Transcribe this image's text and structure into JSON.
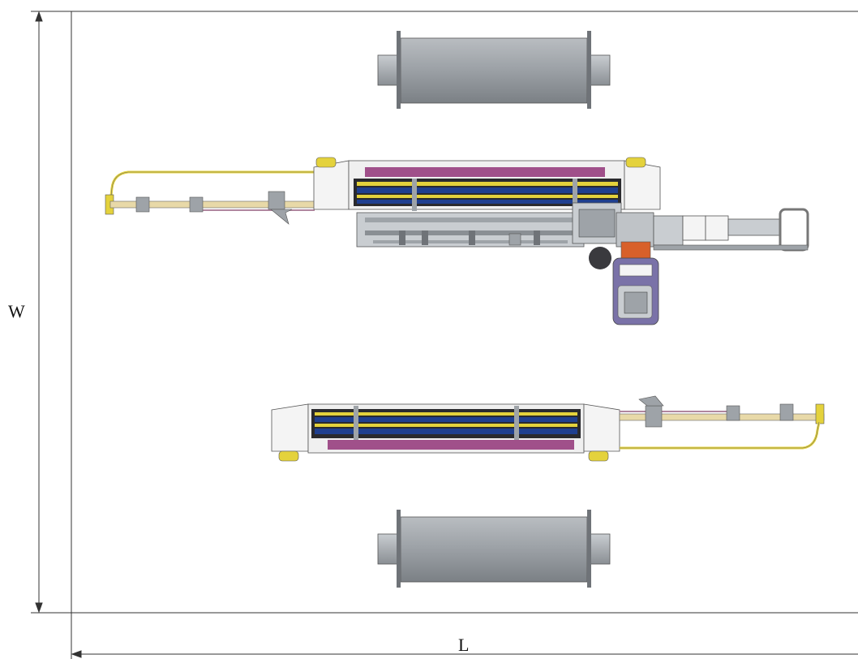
{
  "dimensions": {
    "width_label": "W",
    "length_label": "L"
  },
  "colors": {
    "line": "#333333",
    "roll_body": "#9ea3a8",
    "roll_shade": "#7d8287",
    "roll_highlight": "#c3c7cb",
    "frame_dark": "#2a2a2e",
    "rail_purple": "#a0508a",
    "rail_blue": "#1f3f8f",
    "rail_yellow": "#e4d23c",
    "accent_tan": "#e8d9a8",
    "panel_white": "#f4f4f4",
    "console_purple": "#7a72a8",
    "warning_orange": "#d8602a"
  },
  "components": [
    "upper-unwind-roll",
    "upper-machine-assembly",
    "lower-machine-assembly",
    "lower-unwind-roll"
  ]
}
